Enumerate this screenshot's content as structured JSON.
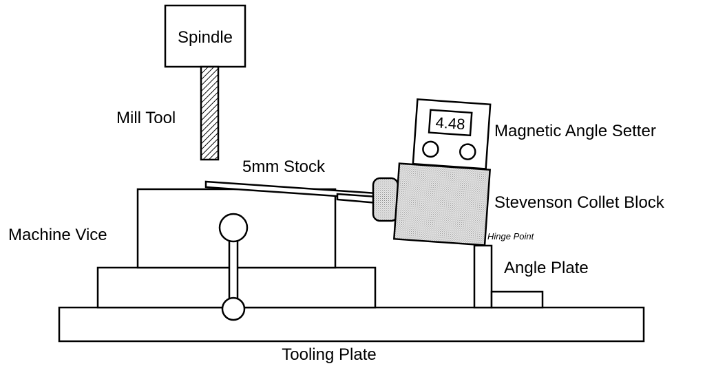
{
  "labels": {
    "spindle": "Spindle",
    "mill_tool": "Mill Tool",
    "stock": "5mm Stock",
    "machine_vice": "Machine Vice",
    "angle_setter": "Magnetic Angle Setter",
    "collet_block": "Stevenson Collet Block",
    "hinge_point": "Hinge Point",
    "angle_plate": "Angle Plate",
    "tooling_plate": "Tooling Plate"
  },
  "angle_setter": {
    "display_value": "4.48"
  }
}
